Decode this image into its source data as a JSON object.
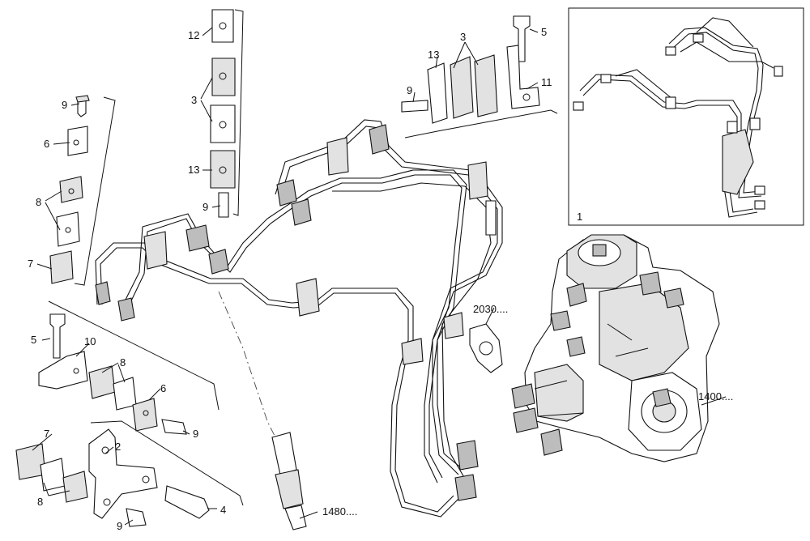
{
  "labels": {
    "l1": "1",
    "l2": "2",
    "l3_top": "3",
    "l3_left": "3",
    "l4": "4",
    "l5_top": "5",
    "l5_left": "5",
    "l6_top": "6",
    "l6_bottom": "6",
    "l7_top": "7",
    "l7_bottom": "7",
    "l8_top": "8",
    "l8_mid": "8",
    "l8_bottom": "8",
    "l9_a": "9",
    "l9_b": "9",
    "l9_c": "9",
    "l9_d": "9",
    "l9_e": "9",
    "l10": "10",
    "l11": "11",
    "l12": "12",
    "l13_top": "13",
    "l13_left": "13",
    "ref_2030": "2030....",
    "ref_1400": "1400....",
    "ref_1480": "1480...."
  }
}
